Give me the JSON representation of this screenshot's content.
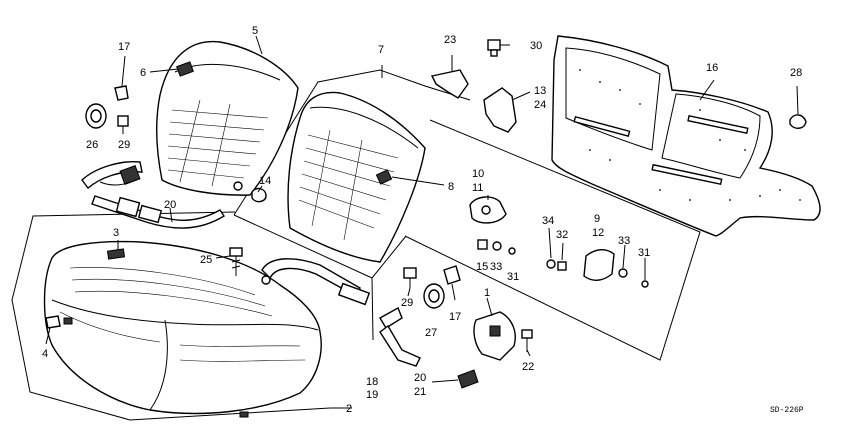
{
  "diagram": {
    "code": "SD-226P",
    "callouts": [
      {
        "id": "c1",
        "text": "1"
      },
      {
        "id": "c2",
        "text": "2"
      },
      {
        "id": "c3",
        "text": "3"
      },
      {
        "id": "c4",
        "text": "4"
      },
      {
        "id": "c5",
        "text": "5"
      },
      {
        "id": "c6",
        "text": "6"
      },
      {
        "id": "c7",
        "text": "7"
      },
      {
        "id": "c8",
        "text": "8"
      },
      {
        "id": "c9",
        "text": "9"
      },
      {
        "id": "c10",
        "text": "10"
      },
      {
        "id": "c11",
        "text": "11"
      },
      {
        "id": "c12",
        "text": "12"
      },
      {
        "id": "c13",
        "text": "13"
      },
      {
        "id": "c14",
        "text": "14"
      },
      {
        "id": "c15",
        "text": "15"
      },
      {
        "id": "c16",
        "text": "16"
      },
      {
        "id": "c17a",
        "text": "17"
      },
      {
        "id": "c17b",
        "text": "17"
      },
      {
        "id": "c18",
        "text": "18"
      },
      {
        "id": "c19",
        "text": "19"
      },
      {
        "id": "c20a",
        "text": "20"
      },
      {
        "id": "c20b",
        "text": "20"
      },
      {
        "id": "c21",
        "text": "21"
      },
      {
        "id": "c22",
        "text": "22"
      },
      {
        "id": "c23",
        "text": "23"
      },
      {
        "id": "c24",
        "text": "24"
      },
      {
        "id": "c25",
        "text": "25"
      },
      {
        "id": "c26",
        "text": "26"
      },
      {
        "id": "c27",
        "text": "27"
      },
      {
        "id": "c28",
        "text": "28"
      },
      {
        "id": "c29a",
        "text": "29"
      },
      {
        "id": "c29b",
        "text": "29"
      },
      {
        "id": "c30",
        "text": "30"
      },
      {
        "id": "c31a",
        "text": "31"
      },
      {
        "id": "c31b",
        "text": "31"
      },
      {
        "id": "c32",
        "text": "32"
      },
      {
        "id": "c33a",
        "text": "33"
      },
      {
        "id": "c33b",
        "text": "33"
      },
      {
        "id": "c34",
        "text": "34"
      }
    ]
  }
}
